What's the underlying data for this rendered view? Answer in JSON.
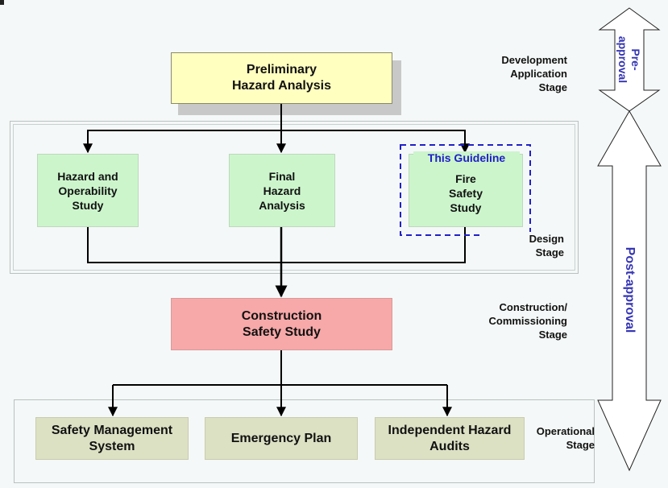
{
  "diagram": {
    "preliminary": "Preliminary\nHazard Analysis",
    "hazop": "Hazard and\nOperability\nStudy",
    "final_hazard": "Final\nHazard\nAnalysis",
    "fire_safety": "Fire\nSafety\nStudy",
    "guideline_label": "This Guideline",
    "construction": "Construction\nSafety Study",
    "sms": "Safety Management\nSystem",
    "emergency": "Emergency Plan",
    "audits": "Independent Hazard\nAudits"
  },
  "stages": {
    "development": "Development\nApplication\nStage",
    "design": "Design\nStage",
    "construction": "Construction/\nCommissioning\nStage",
    "operational": "Operational\nStage"
  },
  "arrows": {
    "pre": "Pre-\napproval",
    "post": "Post-approval"
  },
  "colors": {
    "preliminary_fill": "#ffffc0",
    "study_fill": "#ccf5cc",
    "construction_fill": "#f7a8a8",
    "operational_fill": "#dde1c4",
    "guideline_blue": "#2020c8",
    "arrow_text": "#3535b5"
  }
}
